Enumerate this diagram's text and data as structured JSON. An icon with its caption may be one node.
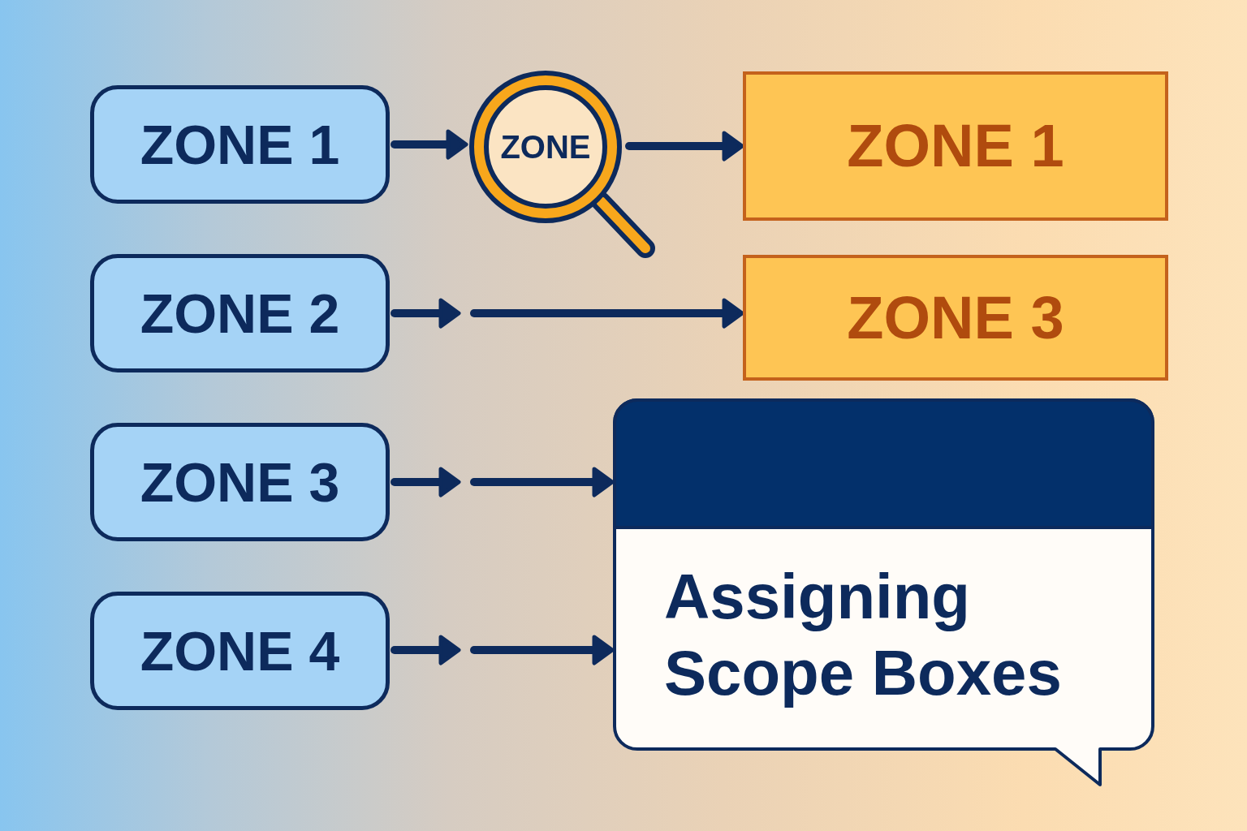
{
  "diagram": {
    "nodes": [
      {
        "text": [
          "ZONE 1"
        ]
      },
      {
        "text": [
          "ZONE"
        ]
      },
      {
        "text": [
          "ZONE 1"
        ]
      },
      {
        "text": [
          "ZONE 2"
        ]
      },
      {
        "text": [
          "ZONE 3"
        ]
      },
      {
        "text": [
          "ZONE 3"
        ]
      },
      {
        "text": [
          "Assigning Scope Boxes"
        ]
      },
      {
        "text": [
          "ZONE 4"
        ]
      }
    ],
    "edges": [
      {
        "from": 0,
        "to": 1,
        "arrow": "to"
      },
      {
        "from": 1,
        "to": 2,
        "arrow": "to"
      },
      {
        "from": 3,
        "to": null,
        "arrow": "to"
      },
      {
        "from": null,
        "to": 4,
        "arrow": "to"
      },
      {
        "from": 5,
        "to": null,
        "arrow": "to"
      },
      {
        "from": null,
        "to": 6,
        "arrow": "to"
      },
      {
        "from": 7,
        "to": null,
        "arrow": "to"
      },
      {
        "from": null,
        "to": 6,
        "arrow": "to"
      }
    ]
  }
}
